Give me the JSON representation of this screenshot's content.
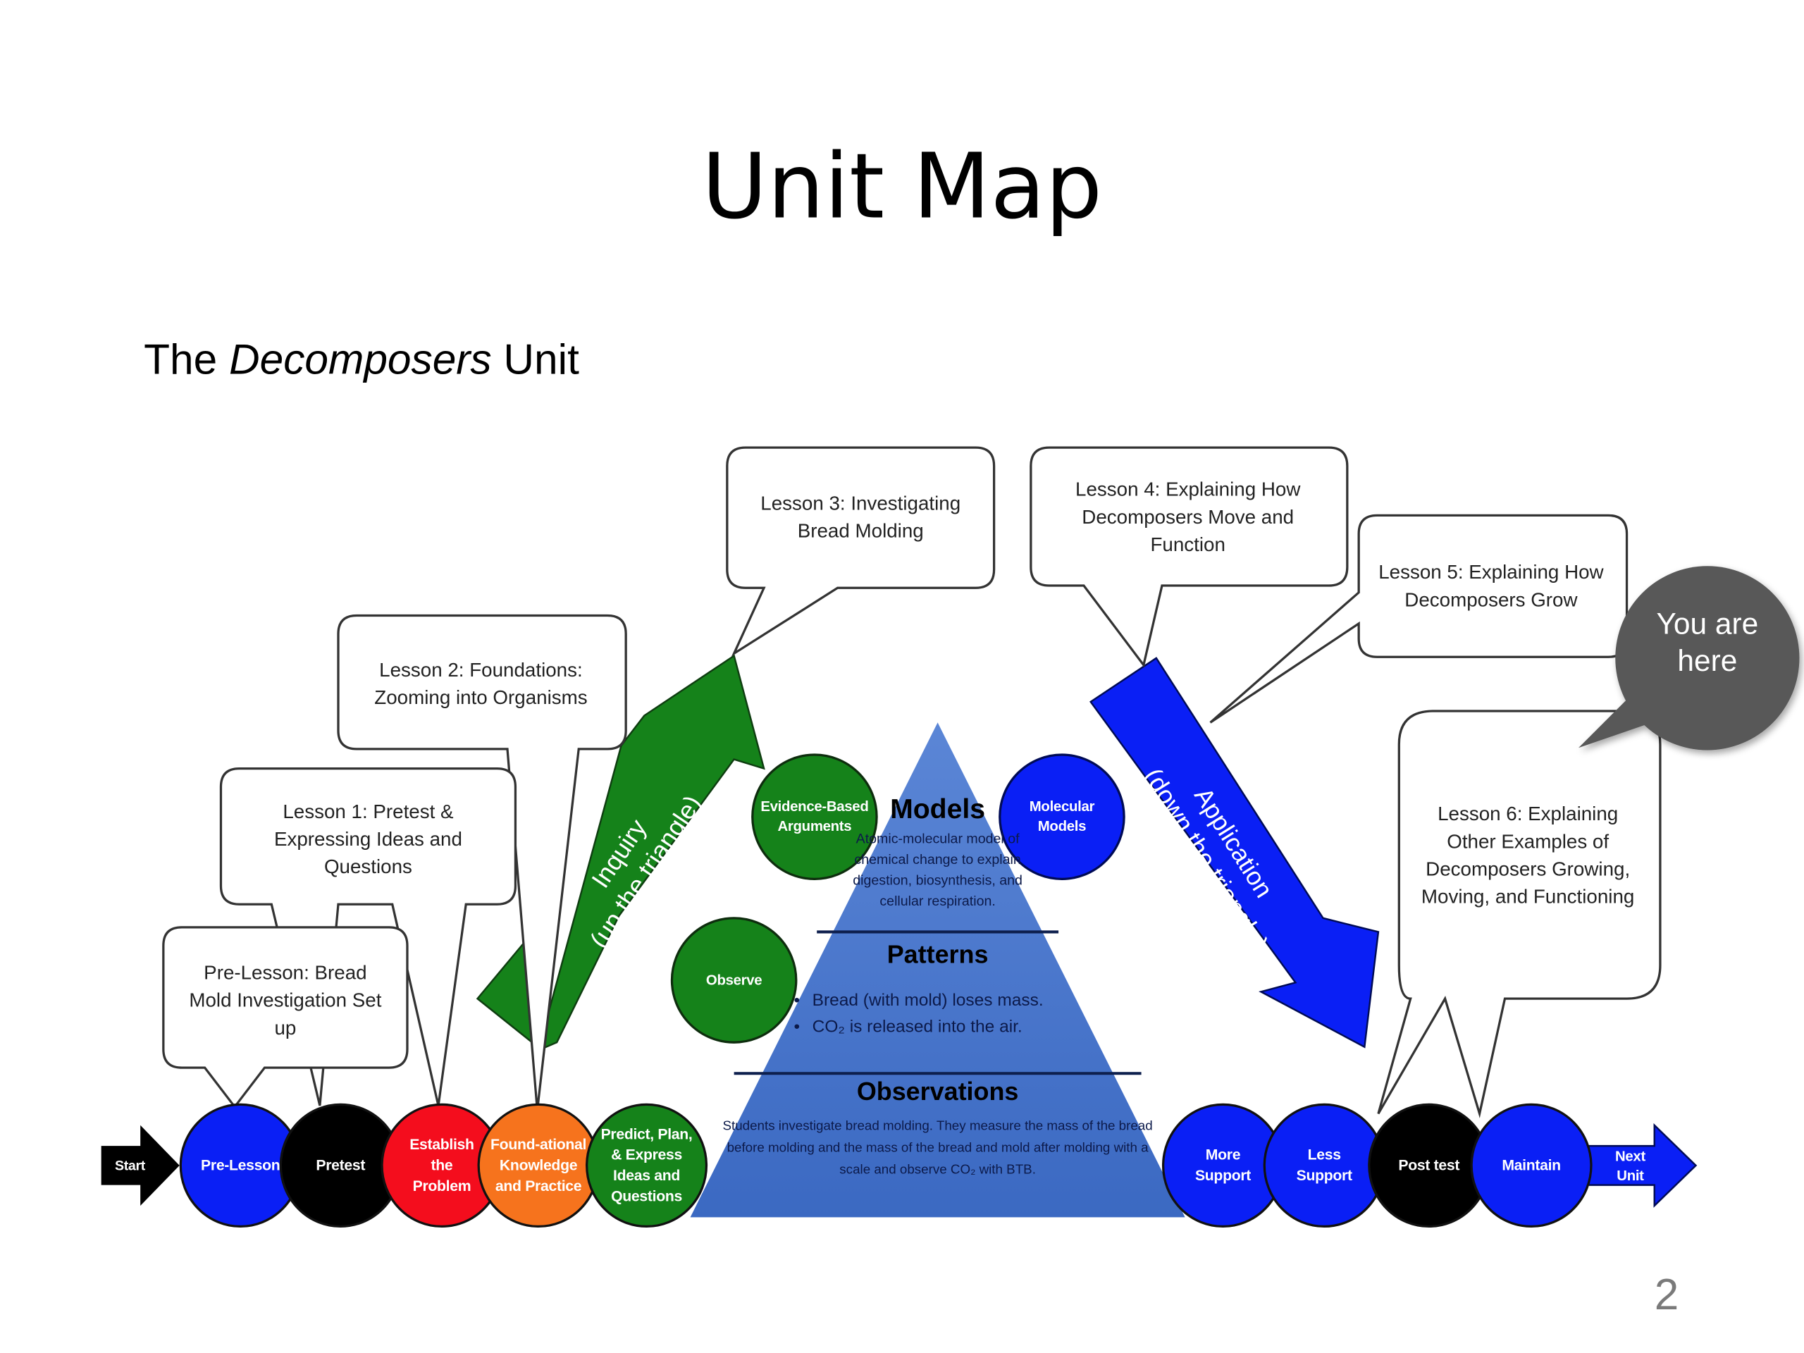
{
  "slide": {
    "title": "Unit Map",
    "subtitle_prefix": "The ",
    "subtitle_italic": "Decomposers",
    "subtitle_suffix": " Unit",
    "page_number": "2"
  },
  "colors": {
    "blue_node": "#0a1ff5",
    "black_node": "#000000",
    "red_node": "#f40d1d",
    "orange_node": "#f6731d",
    "green_node": "#15821a",
    "triangle": "#4674c8",
    "you_are_here_bubble": "#595959",
    "page_number": "#7a7a7a"
  },
  "timeline": {
    "start_label": "Start",
    "end_label": "Next Unit",
    "nodes": [
      {
        "label": "Pre-Lesson",
        "color": "blue"
      },
      {
        "label": "Pretest",
        "color": "black"
      },
      {
        "label": "Establish the Problem",
        "color": "red"
      },
      {
        "label": "Found-ational Knowledge and Practice",
        "color": "orange"
      },
      {
        "label": "Predict, Plan, & Express Ideas and Questions",
        "color": "green"
      },
      {
        "label": "More Support",
        "color": "blue"
      },
      {
        "label": "Less Support",
        "color": "blue"
      },
      {
        "label": "Post test",
        "color": "black"
      },
      {
        "label": "Maintain",
        "color": "blue"
      }
    ]
  },
  "callouts": [
    {
      "id": "pre-lesson",
      "text": "Pre-Lesson: Bread Mold Investigation Set up"
    },
    {
      "id": "lesson-1",
      "text": "Lesson 1: Pretest & Expressing Ideas and Questions"
    },
    {
      "id": "lesson-2",
      "text": "Lesson 2: Foundations: Zooming into Organisms"
    },
    {
      "id": "lesson-3",
      "text": "Lesson 3: Investigating Bread Molding"
    },
    {
      "id": "lesson-4",
      "text": "Lesson 4: Explaining How Decomposers Move and Function"
    },
    {
      "id": "lesson-5",
      "text": "Lesson 5: Explaining How Decomposers Grow"
    },
    {
      "id": "lesson-6",
      "text": "Lesson 6: Explaining Other Examples of Decomposers Growing, Moving, and Functioning"
    }
  ],
  "you_are_here": "You are here",
  "arrows": {
    "inquiry_line1": "Inquiry",
    "inquiry_line2": "(up the triangle)",
    "application_line1": "Application",
    "application_line2": "(down the triangle)"
  },
  "side_circles": {
    "evidence": "Evidence-Based Arguments",
    "observe": "Observe",
    "molecular": "Molecular Models"
  },
  "triangle": {
    "models_title": "Models",
    "models_body": "Atomic-molecular model of chemical change to explain digestion, biosynthesis, and cellular respiration.",
    "patterns_title": "Patterns",
    "patterns_items": [
      "Bread (with mold) loses mass.",
      "CO₂ is released into the air."
    ],
    "observations_title": "Observations",
    "observations_body": "Students investigate bread molding. They measure the mass of the bread before molding and the mass of the bread and mold after molding with a scale and observe CO₂ with BTB."
  }
}
